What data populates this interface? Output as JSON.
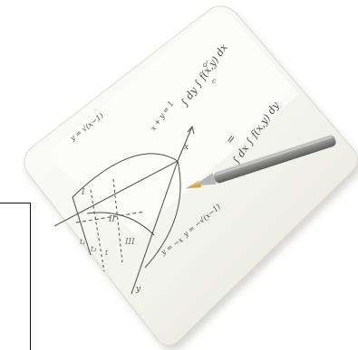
{
  "image": {
    "subject": "notepad-with-pencil-and-calculus-sketch",
    "colors": {
      "paper": "#f5f5ef",
      "paper_shadow": "#c9c9c1",
      "ink": "#4b4b4b",
      "pencil_body": "#8f8f8f",
      "pencil_tip": "#d8b04f"
    }
  },
  "formulas": {
    "integral_top": "∫ dy ∫ f(x,y) dx",
    "integral_mid": "∫ dx ∫ f(x,y) dy",
    "equals": "=",
    "limits_upper": "d",
    "limits_lower": "c",
    "label_curve_upper": "y = √(x−1)",
    "label_curve_lower": "y = −x",
    "label_root": "y = −√(x−1)",
    "label_line": "x + y = 1",
    "label_x": "x",
    "label_y": "y",
    "roman_1": "I",
    "roman_2": "II",
    "roman_3": "III",
    "var_t1": "t₁",
    "var_t2": "t₂",
    "var_t": "t"
  }
}
